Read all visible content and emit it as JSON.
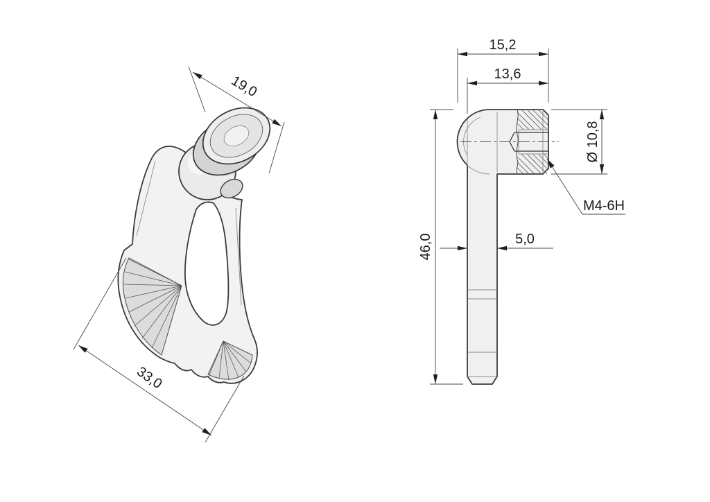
{
  "page": {
    "background_color": "#ffffff",
    "edge_color": "#3a3a3a",
    "dimension_color": "#1a1a1a",
    "part_fill_color": "#f0f0f0",
    "shaded_fill_color": "#dcdcdc"
  },
  "drawing": {
    "isometric_view": {
      "dim_knob_diameter": {
        "label": "19,0"
      },
      "dim_lever_length": {
        "label": "33,0"
      }
    },
    "side_view": {
      "dim_boss_width": {
        "label": "15,2"
      },
      "dim_face_offset": {
        "label": "13,6"
      },
      "dim_overall_height": {
        "label": "46,0"
      },
      "dim_arm_thickness": {
        "label": "5,0"
      },
      "dim_boss_diameter": {
        "label": "Ø 10,8"
      },
      "thread_callout": {
        "label": "M4-6H"
      }
    }
  }
}
